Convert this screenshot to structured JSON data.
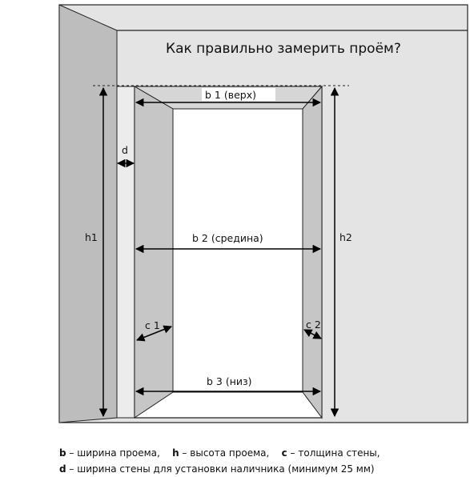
{
  "title": "Как правильно замерить проём?",
  "labels": {
    "b1": "b 1 (верх)",
    "b2": "b 2 (средина)",
    "b3": "b 3 (низ)",
    "h1": "h1",
    "h2": "h2",
    "d": "d",
    "c1": "c 1",
    "c2": "c 2"
  },
  "legend": {
    "line1": [
      {
        "key": "b",
        "text": " – ширина проема,    "
      },
      {
        "key": "h",
        "text": " – высота проема,    "
      },
      {
        "key": "c",
        "text": " – толщина стены,"
      }
    ],
    "line2": [
      {
        "key": "d",
        "text": " – ширина стены для установки наличника (минимум 25 мм)"
      }
    ]
  },
  "colors": {
    "wall": "#e4e4e4",
    "side_wall": "#bdbdbd",
    "jamb": "#c6c6c6",
    "outline": "#222222",
    "arrow": "#000000"
  }
}
